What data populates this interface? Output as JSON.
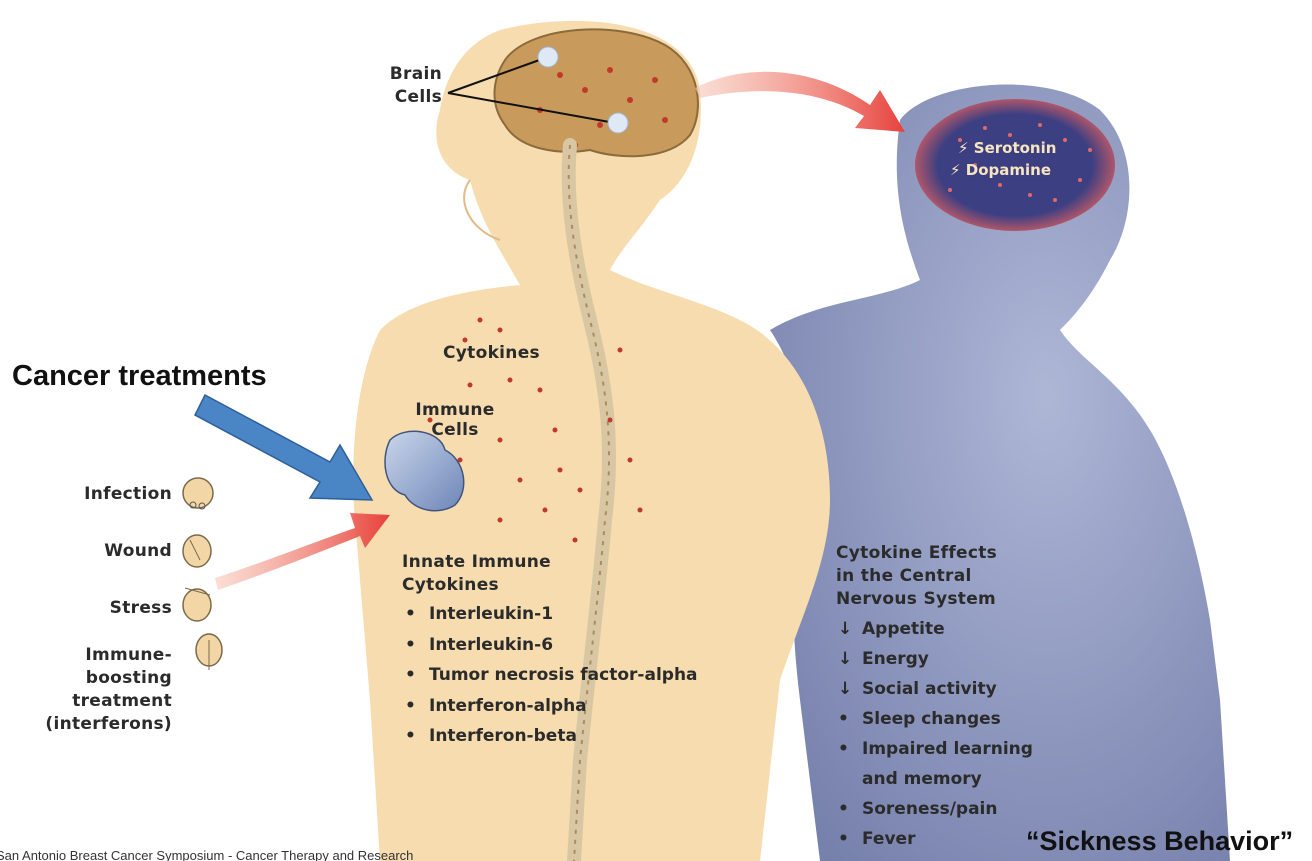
{
  "labels": {
    "brain_cells": "Brain\nCells",
    "cytokines": "Cytokines",
    "immune_cells": "Immune\nCells",
    "serotonin": "Serotonin",
    "dopamine": "Dopamine",
    "cancer_treatments": "Cancer treatments",
    "sickness_behavior": "“Sickness Behavior”",
    "source_credit": "San Antonio Breast Cancer Symposium - Cancer Therapy and Research"
  },
  "triggers": [
    {
      "label": "Infection"
    },
    {
      "label": "Wound"
    },
    {
      "label": "Stress"
    },
    {
      "label": "Immune-\nboosting\ntreatment\n(interferons)"
    }
  ],
  "innate": {
    "title": "Innate Immune\nCytokines",
    "items": [
      {
        "marker": "•",
        "text": "Interleukin-1"
      },
      {
        "marker": "•",
        "text": "Interleukin-6"
      },
      {
        "marker": "•",
        "text": "Tumor necrosis factor-alpha"
      },
      {
        "marker": "•",
        "text": "Interferon-alpha"
      },
      {
        "marker": "•",
        "text": "Interferon-beta"
      }
    ]
  },
  "cns": {
    "title": "Cytokine Effects\nin the Central\nNervous System",
    "items": [
      {
        "marker": "↓",
        "text": "Appetite"
      },
      {
        "marker": "↓",
        "text": "Energy"
      },
      {
        "marker": "↓",
        "text": "Social activity"
      },
      {
        "marker": "•",
        "text": "Sleep changes"
      },
      {
        "marker": "•",
        "text": "Impaired learning"
      },
      {
        "marker": "",
        "text": "and memory"
      },
      {
        "marker": "•",
        "text": "Soreness/pain"
      },
      {
        "marker": "•",
        "text": "Fever"
      }
    ]
  },
  "colors": {
    "skin": "#f6dcae",
    "skin_shadow": "#e9c58f",
    "brain": "#c89a5c",
    "cytokine_dot": "#c0392b",
    "sick_figure": "#7d8ab3",
    "sick_brain": "#4a4f8f",
    "arrow_red": "#e8544e",
    "arrow_blue": "#4a85c6"
  }
}
